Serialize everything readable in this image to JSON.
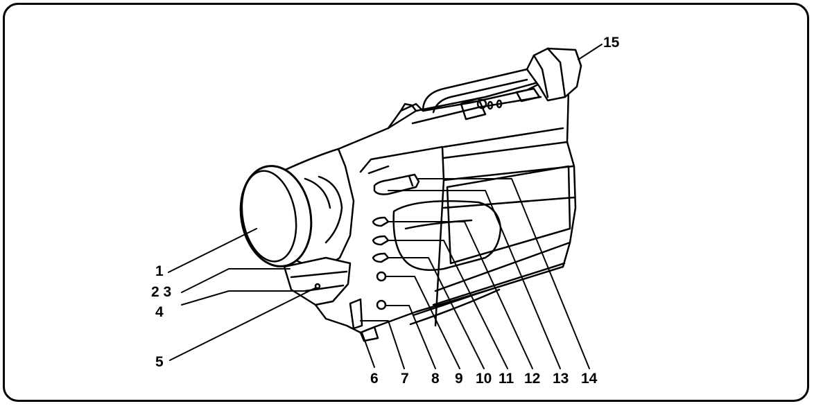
{
  "callouts": {
    "n1": "1",
    "n2_3": "2 3",
    "n4": "4",
    "n5": "5",
    "n6": "6",
    "n7": "7",
    "n8": "8",
    "n9": "9",
    "n10": "10",
    "n11": "11",
    "n12": "12",
    "n13": "13",
    "n14": "14",
    "n15": "15"
  }
}
